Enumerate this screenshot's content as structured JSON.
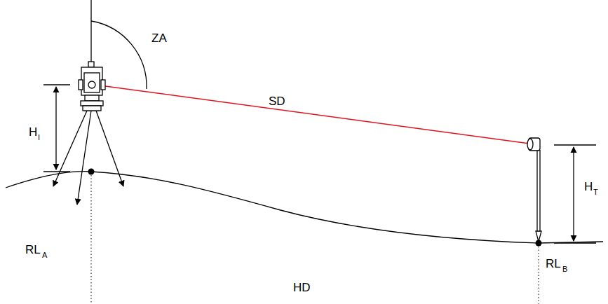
{
  "diagram": {
    "labels": [
      "ZA",
      "SD",
      "H",
      "I",
      "H",
      "T",
      "RL",
      "A",
      "RL",
      "B",
      "HD"
    ]
  }
}
